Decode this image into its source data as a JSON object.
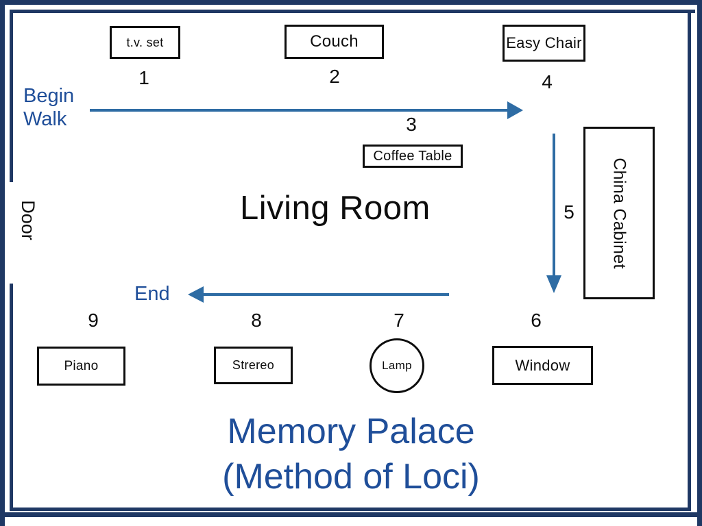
{
  "diagram": {
    "title_line1": "Memory Palace",
    "title_line2": "(Method of Loci)",
    "room_label": "Living Room",
    "door_label": "Door",
    "begin_walk_line1": "Begin",
    "begin_walk_line2": "Walk",
    "end_label": "End",
    "colors": {
      "frame_navy": "#1F3864",
      "wall_navy": "#1F3864",
      "arrow_blue": "#2E6CA4",
      "title_blue": "#1F4E99",
      "furniture_outline": "#0d0d0d",
      "background": "#ffffff"
    }
  },
  "loci": [
    {
      "number": "1",
      "label": "t.v. set",
      "shape": "rectangle"
    },
    {
      "number": "2",
      "label": "Couch",
      "shape": "rectangle"
    },
    {
      "number": "3",
      "label": "Coffee Table",
      "shape": "rectangle"
    },
    {
      "number": "4",
      "label": "Easy Chair",
      "shape": "rectangle"
    },
    {
      "number": "5",
      "label": "China Cabinet",
      "shape": "rectangle-vertical"
    },
    {
      "number": "6",
      "label": "Window",
      "shape": "rectangle"
    },
    {
      "number": "7",
      "label": "Lamp",
      "shape": "circle"
    },
    {
      "number": "8",
      "label": "Strereo",
      "shape": "rectangle"
    },
    {
      "number": "9",
      "label": "Piano",
      "shape": "rectangle"
    }
  ],
  "arrows": [
    {
      "name": "walk-arrow",
      "direction": "right",
      "from_label": "Begin Walk",
      "to_label": "Easy Chair"
    },
    {
      "name": "cabinet-arrow",
      "direction": "down",
      "step_number": "5"
    },
    {
      "name": "end-arrow",
      "direction": "left",
      "to_label": "End"
    }
  ]
}
